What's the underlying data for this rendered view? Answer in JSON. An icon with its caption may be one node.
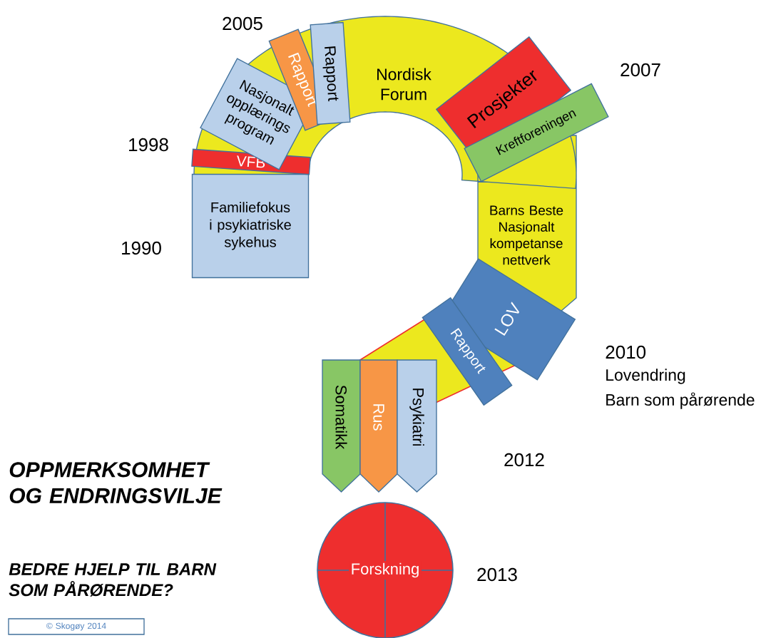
{
  "diagram": {
    "title": "OPPMERKSOMHET OG ENDRINGSVILJE",
    "nodes": [
      {
        "text": [
          "Familiefokus i psykiatriske sykehus"
        ]
      },
      {
        "text": [
          "VFB"
        ]
      },
      {
        "text": [
          "Nasjonalt opplærings program"
        ]
      },
      {
        "text": [
          "Rapport"
        ]
      },
      {
        "text": [
          "Rapport"
        ]
      },
      {
        "text": [
          "Nordisk Forum"
        ]
      },
      {
        "text": [
          "Prosjekter"
        ]
      },
      {
        "text": [
          "Kreftforeningen"
        ]
      },
      {
        "text": [
          "Barns Beste Nasjonalt kompetanse nettverk"
        ]
      },
      {
        "text": [
          "LOV"
        ]
      },
      {
        "text": [
          "Rapport"
        ]
      },
      {
        "text": [
          "Somatikk"
        ]
      },
      {
        "text": [
          "Rus"
        ]
      },
      {
        "text": [
          "Psykiatri"
        ]
      },
      {
        "text": [
          "Forskning"
        ]
      },
      {
        "text": [
          "© Skogøy 2014"
        ]
      }
    ],
    "labels": [
      "2005",
      "2007",
      "1998",
      "1990",
      "2010",
      "Lovendring",
      "Barn som pårørende",
      "2012",
      "BEDRE HJELP TIL BARN SOM PÅRØRENDE?",
      "2013"
    ]
  }
}
